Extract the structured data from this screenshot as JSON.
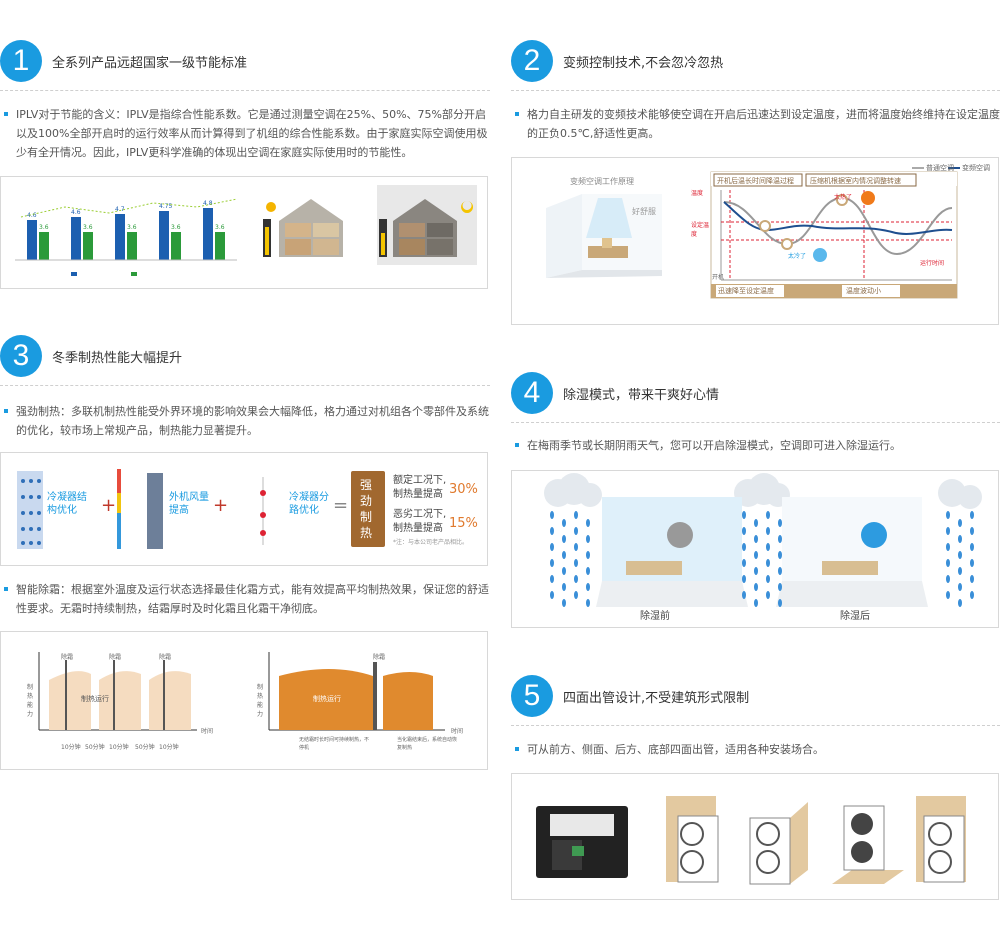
{
  "s1": {
    "num": "1",
    "title": "全系列产品远超国家一级节能标准",
    "text": "IPLV对于节能的含义：IPLV是指综合性能系数。它是通过测量空调在25%、50%、75%部分开启以及100%全部开启时的运行效率从而计算得到了机组的综合性能系数。由于家庭实际空调使用极少有全开情况。因此，IPLV更科学准确的体现出空调在家庭实际使用时的节能性。",
    "bar_labels": [
      "4.6",
      "4.6",
      "4.7",
      "4.75",
      "4.8"
    ],
    "bar_labels2": [
      "3.6",
      "3.6",
      "3.6",
      "3.6",
      "3.6"
    ]
  },
  "s2": {
    "num": "2",
    "title": "变频控制技术,不会忽冷忽热",
    "text": "格力自主研发的变频技术能够使空调在开启后迅速达到设定温度，进而将温度始终维持在设定温度的正负0.5℃,舒适性更高。",
    "room_label": "变频空调工作原理",
    "comfort": "好舒服",
    "legend_a": "普通空调",
    "legend_b": "变频空调",
    "box1": "开机后温长时间降温过程",
    "box2": "压缩机根据室内情况调整转速",
    "hot": "太热了",
    "cold": "太冷了",
    "y_top": "温度",
    "y_mid": "设定温度",
    "start": "开机",
    "bottom1": "迅速降至设定温度",
    "bottom2": "温度波动小",
    "time": "运行时间"
  },
  "s3": {
    "num": "3",
    "title": "冬季制热性能大幅提升",
    "text1": "强劲制热：多联机制热性能受外界环境的影响效果会大幅降低，格力通过对机组各个零部件及系统的优化，较市场上常规产品，制热能力显著提升。",
    "text2": "智能除霜：根据室外温度及运行状态选择最佳化霜方式，能有效提高平均制热效果，保证您的舒适性要求。无霜时持续制热，结霜厚时及时化霜且化霜干净彻底。",
    "f1": "冷凝器结构优化",
    "f2": "外机风量提高",
    "f3": "冷凝器分路优化",
    "strong": "强劲制热",
    "r1a": "额定工况下,",
    "r1b": "制热量提高",
    "r1v": "30%",
    "r2a": "恶劣工况下,",
    "r2b": "制热量提高",
    "r2v": "15%",
    "note": "*注：与本公司老产品相比。",
    "defrost_a": "除霜",
    "run": "制热运行",
    "y_axis": "制热能力",
    "x_axis": "时间",
    "ticks": [
      "10分钟",
      "50分钟",
      "10分钟",
      "50分钟",
      "10分钟"
    ],
    "note_a": "无结霜时长时间可持续制热，不停机",
    "note_b": "当化霜结束后，系统自动恢复制热"
  },
  "s4": {
    "num": "4",
    "title": "除湿模式，带来干爽好心情",
    "text": "在梅雨季节或长期阴雨天气，您可以开启除湿模式，空调即可进入除湿运行。",
    "before": "除湿前",
    "after": "除湿后"
  },
  "s5": {
    "num": "5",
    "title": "四面出管设计,不受建筑形式限制",
    "text": "可从前方、侧面、后方、底部四面出管，适用各种安装场合。"
  },
  "colors": {
    "accent": "#1a9be0",
    "orange": "#e07a2e",
    "brown": "#8a6a46"
  }
}
